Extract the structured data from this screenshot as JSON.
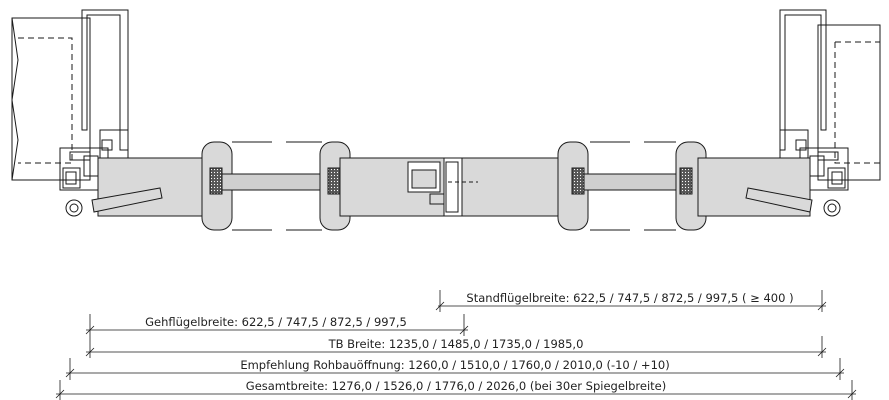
{
  "dimensions": {
    "standfluegel": "Standflügelbreite: 622,5 / 747,5 / 872,5 / 997,5 ( ≥ 400 )",
    "gehfluegel": "Gehflügelbreite: 622,5 / 747,5 / 872,5 / 997,5",
    "tb_breite": "TB Breite: 1235,0 / 1485,0 / 1735,0 / 1985,0",
    "rohbau": "Empfehlung Rohbauöffnung: 1260,0 / 1510,0 / 1760,0 / 2010,0 (-10 / +10)",
    "gesamt": "Gesamtbreite: 1276,0 / 1526,0 / 1776,0 / 2026,0 (bei 30er Spiegelbreite)"
  },
  "colors": {
    "line": "#1a1a1a",
    "fill": "#d9d9d9",
    "wall": "#e6e6e6",
    "glass": "#cfcfcf"
  }
}
